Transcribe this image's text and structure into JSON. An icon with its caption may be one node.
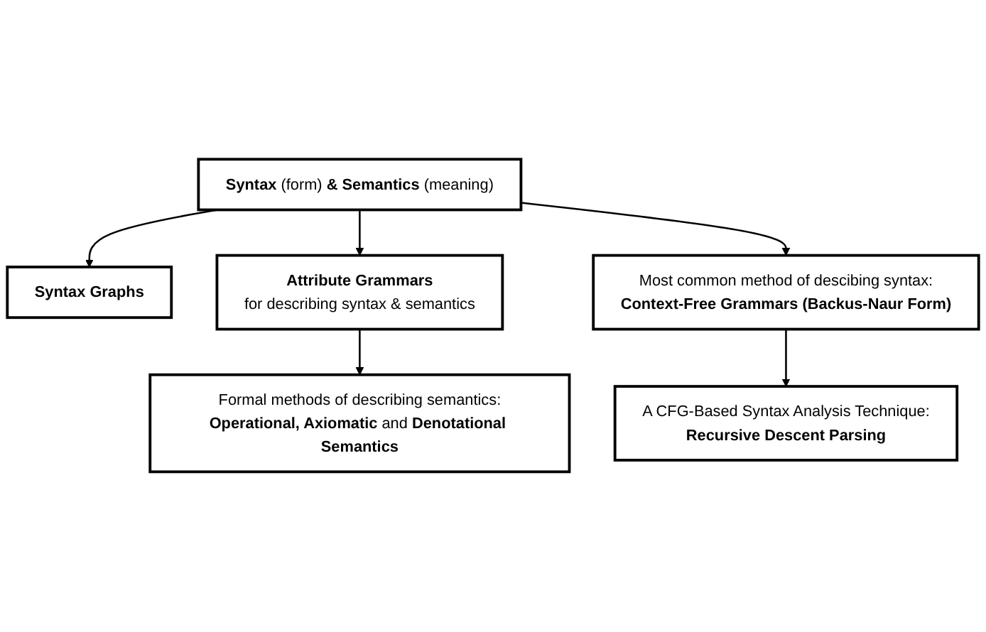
{
  "diagram": {
    "nodes": [
      {
        "text": [
          "**Syntax** (form) **& Semantics** (meaning)"
        ]
      },
      {
        "text": [
          "Syntax Graphs"
        ]
      },
      {
        "text": [
          "Most common method of descibing syntax:",
          "Context-Free Grammars (Backus-Naur Form)"
        ]
      },
      {
        "text": [
          "Attribute Grammars",
          "for describing syntax & semantics"
        ]
      },
      {
        "text": [
          "A CFG-Based Syntax Analysis Technique:",
          "Recursive Descent Parsing"
        ]
      },
      {
        "text": [
          "Formal methods of describing semantics:",
          "**Operational, Axiomatic** and **Denotational Semantics**"
        ]
      }
    ],
    "edges": [
      {
        "from": 0,
        "to": 1,
        "arrow": "to"
      },
      {
        "from": 0,
        "to": 3,
        "arrow": "to"
      },
      {
        "from": 0,
        "to": 2,
        "arrow": "to"
      },
      {
        "from": 2,
        "to": 4,
        "arrow": "to"
      },
      {
        "from": 3,
        "to": 5,
        "arrow": "to"
      }
    ]
  }
}
